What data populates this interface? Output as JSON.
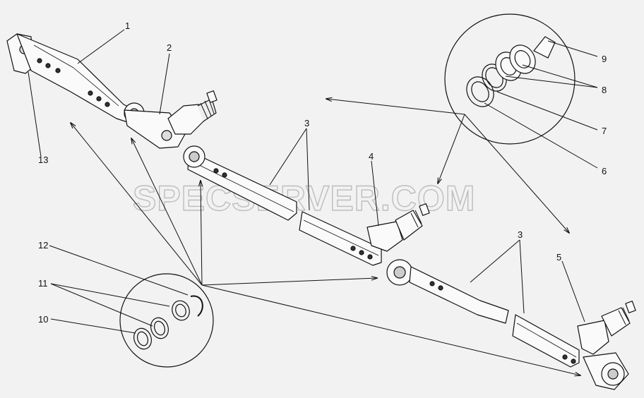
{
  "diagram": {
    "callouts": {
      "c1": "1",
      "c2": "2",
      "c3a": "3",
      "c3b": "3",
      "c4": "4",
      "c5": "5",
      "c6": "6",
      "c7": "7",
      "c8": "8",
      "c9": "9",
      "c10": "10",
      "c11": "11",
      "c12": "12",
      "c13": "13"
    },
    "watermark": "SPECSERVER.COM"
  }
}
